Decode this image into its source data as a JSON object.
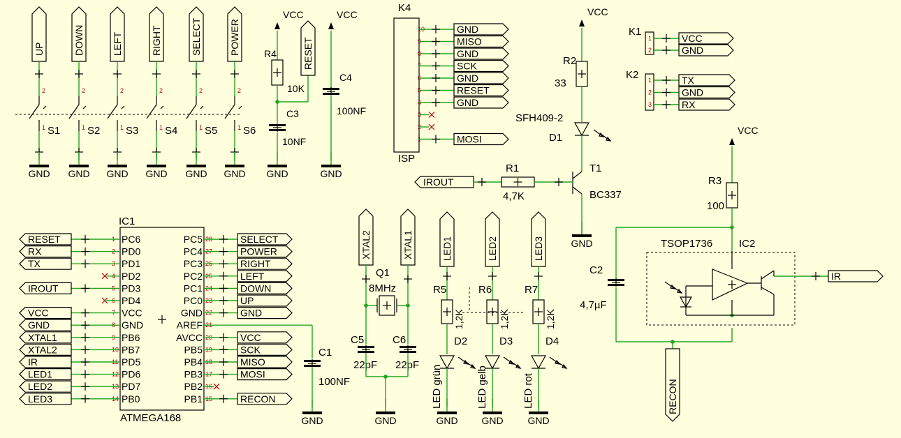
{
  "buttons": [
    {
      "net": "UP",
      "ref": "S1"
    },
    {
      "net": "DOWN",
      "ref": "S2"
    },
    {
      "net": "LEFT",
      "ref": "S3"
    },
    {
      "net": "RIGHT",
      "ref": "S4"
    },
    {
      "net": "SELECT",
      "ref": "S5"
    },
    {
      "net": "POWER",
      "ref": "S6"
    }
  ],
  "gnd": "GND",
  "vcc": "VCC",
  "reset_net": "RESET",
  "r4": {
    "ref": "R4",
    "value": "10K"
  },
  "c3": {
    "ref": "C3",
    "value": "10NF"
  },
  "c4": {
    "ref": "C4",
    "value": "100NF"
  },
  "isp": {
    "ref": "K4",
    "name": "ISP",
    "pins": [
      {
        "pin": "10",
        "net": "GND"
      },
      {
        "pin": "9",
        "net": "MISO"
      },
      {
        "pin": "8",
        "net": "GND"
      },
      {
        "pin": "7",
        "net": "SCK"
      },
      {
        "pin": "6",
        "net": "GND"
      },
      {
        "pin": "5",
        "net": "RESET"
      },
      {
        "pin": "4",
        "net": "GND"
      },
      {
        "pin": "3",
        "net": ""
      },
      {
        "pin": "2",
        "net": ""
      },
      {
        "pin": "1",
        "net": "MOSI"
      }
    ]
  },
  "k1": {
    "ref": "K1",
    "pins": [
      {
        "pin": "1",
        "net": "VCC"
      },
      {
        "pin": "2",
        "net": "GND"
      }
    ]
  },
  "k2": {
    "ref": "K2",
    "pins": [
      {
        "pin": "1",
        "net": "TX"
      },
      {
        "pin": "2",
        "net": "GND"
      },
      {
        "pin": "3",
        "net": "RX"
      }
    ]
  },
  "r2": {
    "ref": "R2",
    "value": "33"
  },
  "d1": {
    "ref": "D1",
    "value": "SFH409-2"
  },
  "t1": {
    "ref": "T1",
    "value": "BC337"
  },
  "r1": {
    "ref": "R1",
    "value": "4,7K"
  },
  "irout": "IROUT",
  "r3": {
    "ref": "R3",
    "value": "100"
  },
  "ic2": {
    "ref": "IC2",
    "value": "TSOP1736",
    "out_net": "IR"
  },
  "c2": {
    "ref": "C2",
    "value": "4,7µF"
  },
  "recon": "RECON",
  "ic1": {
    "ref": "IC1",
    "value": "ATMEGA168",
    "left": [
      {
        "pin": "1",
        "name": "PC6",
        "net": "RESET"
      },
      {
        "pin": "2",
        "name": "PD0",
        "net": "RX"
      },
      {
        "pin": "3",
        "name": "PD1",
        "net": "TX"
      },
      {
        "pin": "4",
        "name": "PD2",
        "net": ""
      },
      {
        "pin": "5",
        "name": "PD3",
        "net": "IROUT"
      },
      {
        "pin": "6",
        "name": "PD4",
        "net": ""
      },
      {
        "pin": "7",
        "name": "VCC",
        "net": "VCC"
      },
      {
        "pin": "8",
        "name": "GND",
        "net": "GND"
      },
      {
        "pin": "9",
        "name": "PB6",
        "net": "XTAL1"
      },
      {
        "pin": "10",
        "name": "PB7",
        "net": "XTAL2"
      },
      {
        "pin": "11",
        "name": "PD5",
        "net": "IR"
      },
      {
        "pin": "12",
        "name": "PD6",
        "net": "LED1"
      },
      {
        "pin": "13",
        "name": "PD7",
        "net": "LED2"
      },
      {
        "pin": "14",
        "name": "PB0",
        "net": "LED3"
      }
    ],
    "right": [
      {
        "pin": "28",
        "name": "PC5",
        "net": "SELECT"
      },
      {
        "pin": "27",
        "name": "PC4",
        "net": "POWER"
      },
      {
        "pin": "26",
        "name": "PC3",
        "net": "RIGHT"
      },
      {
        "pin": "25",
        "name": "PC2",
        "net": "LEFT"
      },
      {
        "pin": "24",
        "name": "PC1",
        "net": "DOWN"
      },
      {
        "pin": "23",
        "name": "PC0",
        "net": "UP"
      },
      {
        "pin": "22",
        "name": "GND",
        "net": "GND"
      },
      {
        "pin": "21",
        "name": "AREF",
        "net": ""
      },
      {
        "pin": "20",
        "name": "AVCC",
        "net": "VCC"
      },
      {
        "pin": "19",
        "name": "PB5",
        "net": "SCK"
      },
      {
        "pin": "18",
        "name": "PB4",
        "net": "MISO"
      },
      {
        "pin": "17",
        "name": "PB3",
        "net": "MOSI"
      },
      {
        "pin": "16",
        "name": "PB2",
        "net": ""
      },
      {
        "pin": "15",
        "name": "PB1",
        "net": "RECON"
      }
    ]
  },
  "c1": {
    "ref": "C1",
    "value": "100NF"
  },
  "q1": {
    "ref": "Q1",
    "value": "8MHz"
  },
  "xtal1": "XTAL1",
  "xtal2": "XTAL2",
  "c5": {
    "ref": "C5",
    "value": "22pF"
  },
  "c6": {
    "ref": "C6",
    "value": "22pF"
  },
  "leds": [
    {
      "net": "LED1",
      "r": "R5",
      "rv": "1,2K",
      "d": "D2",
      "label": "LED grün"
    },
    {
      "net": "LED2",
      "r": "R6",
      "rv": "1,2K",
      "d": "D3",
      "label": "LED gelb"
    },
    {
      "net": "LED3",
      "r": "R7",
      "rv": "1,2K",
      "d": "D4",
      "label": "LED rot"
    }
  ]
}
